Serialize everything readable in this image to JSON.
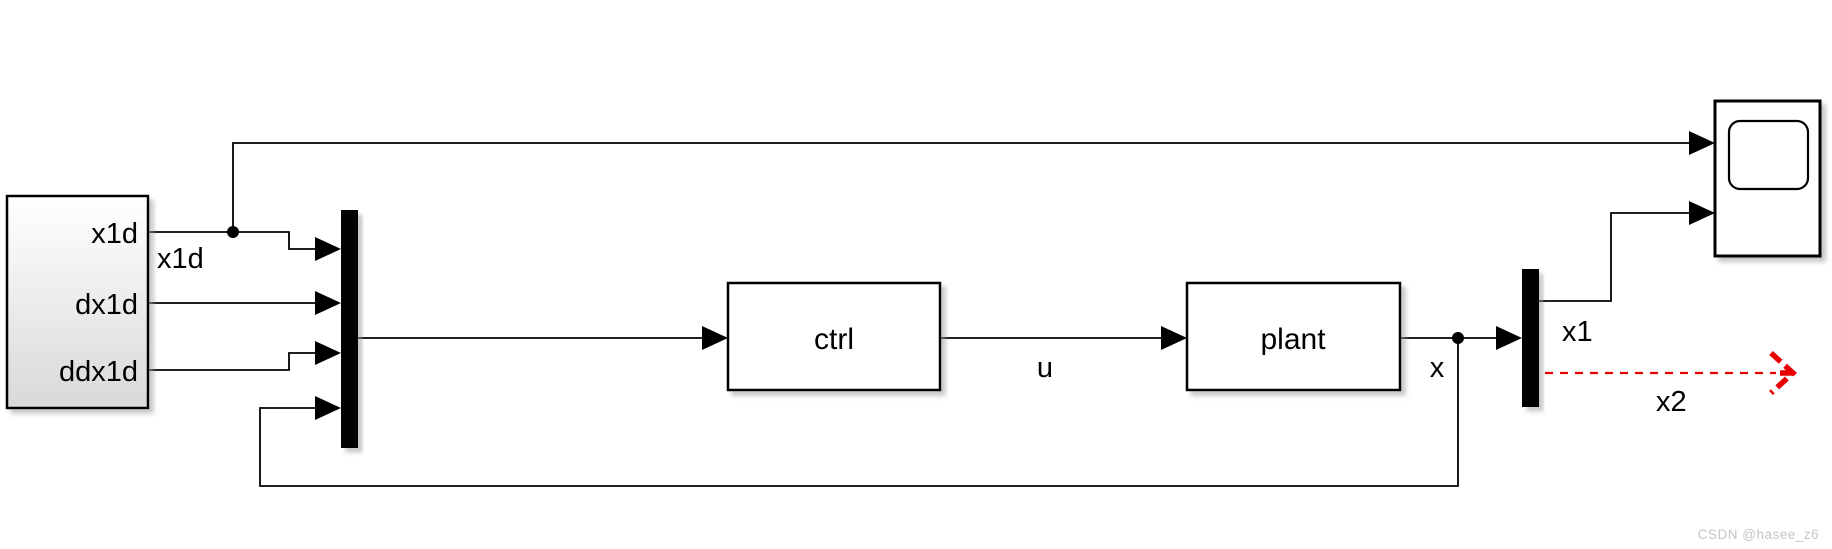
{
  "canvas": {
    "background": "#ffffff"
  },
  "colors": {
    "wire": "#000000",
    "block_border": "#000000",
    "block_fill": "#ffffff",
    "source_fill_top": "#ffffff",
    "source_fill_bottom": "#d9d9d9",
    "mux_demux_fill": "#000000",
    "unconnected_wire": "#e60000",
    "watermark": "#c6c6c6"
  },
  "blocks": {
    "source": {
      "port_labels": [
        "x1d",
        "dx1d",
        "ddx1d"
      ]
    },
    "ctrl": {
      "label": "ctrl"
    },
    "plant": {
      "label": "plant"
    },
    "mux": {
      "name": "mux",
      "inputs": 4
    },
    "demux": {
      "name": "demux",
      "outputs": 2
    },
    "scope": {
      "name": "scope",
      "inputs": 2
    }
  },
  "signal_labels": {
    "x1d": "x1d",
    "u": "u",
    "x": "x",
    "x1": "x1",
    "x2": "x2"
  },
  "watermark": "CSDN @hasee_z6"
}
